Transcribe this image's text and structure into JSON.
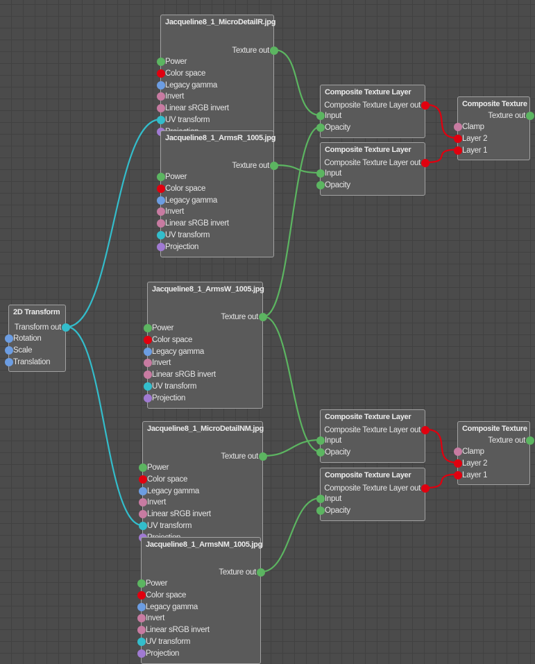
{
  "colors": {
    "texture": "#5cb561",
    "colorspace": "#e0000f",
    "gamma": "#6c9de2",
    "bool": "#c77ba1",
    "transform": "#33bdcb",
    "projection": "#a07ad2",
    "layer": "#e0000f"
  },
  "nodes": [
    {
      "id": "tex_microdetail_r",
      "title": "Jacqueline8_1_MicroDetailR.jpg",
      "output": {
        "label": "Texture out",
        "type": "texture"
      },
      "inputs": [
        {
          "label": "Power",
          "type": "texture"
        },
        {
          "label": "Color space",
          "type": "colorspace"
        },
        {
          "label": "Legacy gamma",
          "type": "gamma"
        },
        {
          "label": "Invert",
          "type": "bool"
        },
        {
          "label": "Linear sRGB invert",
          "type": "bool"
        },
        {
          "label": "UV transform",
          "type": "transform"
        },
        {
          "label": "Projection",
          "type": "projection"
        }
      ]
    },
    {
      "id": "tex_arms_r",
      "title": "Jacqueline8_1_ArmsR_1005.jpg",
      "output": {
        "label": "Texture out",
        "type": "texture"
      },
      "inputs": [
        {
          "label": "Power",
          "type": "texture"
        },
        {
          "label": "Color space",
          "type": "colorspace"
        },
        {
          "label": "Legacy gamma",
          "type": "gamma"
        },
        {
          "label": "Invert",
          "type": "bool"
        },
        {
          "label": "Linear sRGB invert",
          "type": "bool"
        },
        {
          "label": "UV transform",
          "type": "transform"
        },
        {
          "label": "Projection",
          "type": "projection"
        }
      ]
    },
    {
      "id": "tex_arms_w",
      "title": "Jacqueline8_1_ArmsW_1005.jpg",
      "output": {
        "label": "Texture out",
        "type": "texture"
      },
      "inputs": [
        {
          "label": "Power",
          "type": "texture"
        },
        {
          "label": "Color space",
          "type": "colorspace"
        },
        {
          "label": "Legacy gamma",
          "type": "gamma"
        },
        {
          "label": "Invert",
          "type": "bool"
        },
        {
          "label": "Linear sRGB invert",
          "type": "bool"
        },
        {
          "label": "UV transform",
          "type": "transform"
        },
        {
          "label": "Projection",
          "type": "projection"
        }
      ]
    },
    {
      "id": "tex_microdetail_nm",
      "title": "Jacqueline8_1_MicroDetailNM.jpg",
      "output": {
        "label": "Texture out",
        "type": "texture"
      },
      "inputs": [
        {
          "label": "Power",
          "type": "texture"
        },
        {
          "label": "Color space",
          "type": "colorspace"
        },
        {
          "label": "Legacy gamma",
          "type": "gamma"
        },
        {
          "label": "Invert",
          "type": "bool"
        },
        {
          "label": "Linear sRGB invert",
          "type": "bool"
        },
        {
          "label": "UV transform",
          "type": "transform"
        },
        {
          "label": "Projection",
          "type": "projection"
        }
      ]
    },
    {
      "id": "tex_arms_nm",
      "title": "Jacqueline8_1_ArmsNM_1005.jpg",
      "output": {
        "label": "Texture out",
        "type": "texture"
      },
      "inputs": [
        {
          "label": "Power",
          "type": "texture"
        },
        {
          "label": "Color space",
          "type": "colorspace"
        },
        {
          "label": "Legacy gamma",
          "type": "gamma"
        },
        {
          "label": "Invert",
          "type": "bool"
        },
        {
          "label": "Linear sRGB invert",
          "type": "bool"
        },
        {
          "label": "UV transform",
          "type": "transform"
        },
        {
          "label": "Projection",
          "type": "projection"
        }
      ]
    },
    {
      "id": "transform_2d",
      "title": "2D Transform",
      "output": {
        "label": "Transform out",
        "type": "transform"
      },
      "inputs": [
        {
          "label": "Rotation",
          "type": "gamma"
        },
        {
          "label": "Scale",
          "type": "gamma"
        },
        {
          "label": "Translation",
          "type": "gamma"
        }
      ]
    },
    {
      "id": "layer_a1",
      "title": "Composite Texture Layer",
      "output": {
        "label": "Composite Texture Layer out",
        "type": "layer"
      },
      "inputs": [
        {
          "label": "Input",
          "type": "texture"
        },
        {
          "label": "Opacity",
          "type": "texture"
        }
      ]
    },
    {
      "id": "layer_a2",
      "title": "Composite Texture Layer",
      "output": {
        "label": "Composite Texture Layer out",
        "type": "layer"
      },
      "inputs": [
        {
          "label": "Input",
          "type": "texture"
        },
        {
          "label": "Opacity",
          "type": "texture"
        }
      ]
    },
    {
      "id": "composite_a",
      "title": "Composite Texture",
      "output": {
        "label": "Texture out",
        "type": "texture"
      },
      "inputs": [
        {
          "label": "Clamp",
          "type": "bool"
        },
        {
          "label": "Layer 2",
          "type": "layer"
        },
        {
          "label": "Layer 1",
          "type": "layer"
        }
      ]
    },
    {
      "id": "layer_b1",
      "title": "Composite Texture Layer",
      "output": {
        "label": "Composite Texture Layer out",
        "type": "layer"
      },
      "inputs": [
        {
          "label": "Input",
          "type": "texture"
        },
        {
          "label": "Opacity",
          "type": "texture"
        }
      ]
    },
    {
      "id": "layer_b2",
      "title": "Composite Texture Layer",
      "output": {
        "label": "Composite Texture Layer out",
        "type": "layer"
      },
      "inputs": [
        {
          "label": "Input",
          "type": "texture"
        },
        {
          "label": "Opacity",
          "type": "texture"
        }
      ]
    },
    {
      "id": "composite_b",
      "title": "Composite Texture",
      "output": {
        "label": "Texture out",
        "type": "texture"
      },
      "inputs": [
        {
          "label": "Clamp",
          "type": "bool"
        },
        {
          "label": "Layer 2",
          "type": "layer"
        },
        {
          "label": "Layer 1",
          "type": "layer"
        }
      ]
    }
  ],
  "connections": [
    {
      "from": "transform_2d",
      "to": "tex_microdetail_r",
      "input": 5,
      "type": "transform"
    },
    {
      "from": "transform_2d",
      "to": "tex_microdetail_nm",
      "input": 5,
      "type": "transform"
    },
    {
      "from": "tex_microdetail_r",
      "to": "layer_a1",
      "input": 0,
      "type": "texture"
    },
    {
      "from": "tex_arms_w",
      "to": "layer_a1",
      "input": 1,
      "type": "texture"
    },
    {
      "from": "tex_arms_r",
      "to": "layer_a2",
      "input": 0,
      "type": "texture"
    },
    {
      "from": "layer_a1",
      "to": "composite_a",
      "input": 1,
      "type": "layer"
    },
    {
      "from": "layer_a2",
      "to": "composite_a",
      "input": 2,
      "type": "layer"
    },
    {
      "from": "tex_microdetail_nm",
      "to": "layer_b1",
      "input": 0,
      "type": "texture"
    },
    {
      "from": "tex_arms_w",
      "to": "layer_b1",
      "input": 1,
      "type": "texture"
    },
    {
      "from": "tex_arms_nm",
      "to": "layer_b2",
      "input": 0,
      "type": "texture"
    },
    {
      "from": "layer_b1",
      "to": "composite_b",
      "input": 1,
      "type": "layer"
    },
    {
      "from": "layer_b2",
      "to": "composite_b",
      "input": 2,
      "type": "layer"
    }
  ]
}
